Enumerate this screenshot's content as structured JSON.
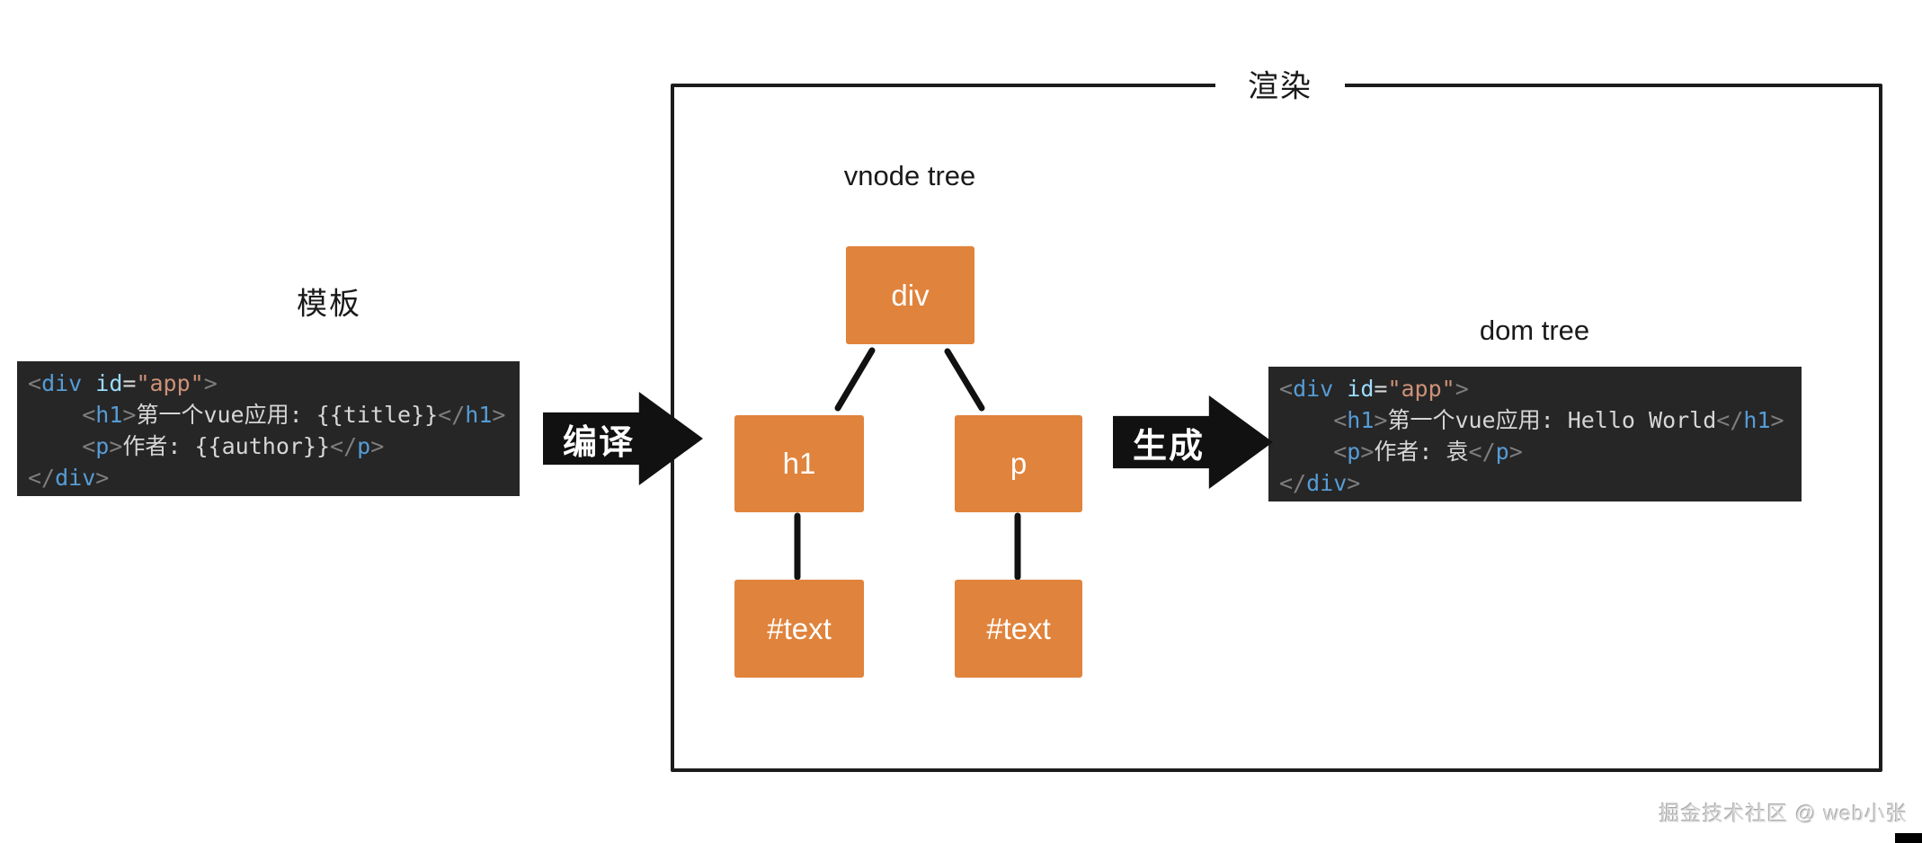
{
  "labels": {
    "template": "模板",
    "render_box": "渲染",
    "vnode_tree": "vnode tree",
    "dom_tree": "dom tree"
  },
  "arrows": {
    "compile": "编译",
    "generate": "生成"
  },
  "tree": {
    "nodes": [
      {
        "label": "div"
      },
      {
        "label": "h1"
      },
      {
        "label": "p"
      },
      {
        "label": "#text"
      },
      {
        "label": "#text"
      }
    ],
    "edges": [
      {
        "from": "div",
        "to": "h1"
      },
      {
        "from": "div",
        "to": "p"
      },
      {
        "from": "h1",
        "to": "#text"
      },
      {
        "from": "p",
        "to": "#text"
      }
    ]
  },
  "code_template": {
    "lines": [
      [
        {
          "c": "punc",
          "v": "<"
        },
        {
          "c": "tag",
          "v": "div"
        },
        {
          "c": "plain",
          "v": " "
        },
        {
          "c": "attr",
          "v": "id"
        },
        {
          "c": "plain",
          "v": "="
        },
        {
          "c": "str",
          "v": "\"app\""
        },
        {
          "c": "punc",
          "v": ">"
        }
      ],
      [
        {
          "c": "plain",
          "v": "    "
        },
        {
          "c": "punc",
          "v": "<"
        },
        {
          "c": "tag",
          "v": "h1"
        },
        {
          "c": "punc",
          "v": ">"
        },
        {
          "c": "plain",
          "v": "第一个vue应用: {{title}}"
        },
        {
          "c": "punc",
          "v": "</"
        },
        {
          "c": "tag",
          "v": "h1"
        },
        {
          "c": "punc",
          "v": ">"
        }
      ],
      [
        {
          "c": "plain",
          "v": "    "
        },
        {
          "c": "punc",
          "v": "<"
        },
        {
          "c": "tag",
          "v": "p"
        },
        {
          "c": "punc",
          "v": ">"
        },
        {
          "c": "plain",
          "v": "作者: {{author}}"
        },
        {
          "c": "punc",
          "v": "</"
        },
        {
          "c": "tag",
          "v": "p"
        },
        {
          "c": "punc",
          "v": ">"
        }
      ],
      [
        {
          "c": "punc",
          "v": "</"
        },
        {
          "c": "tag",
          "v": "div"
        },
        {
          "c": "punc",
          "v": ">"
        }
      ]
    ]
  },
  "code_dom": {
    "lines": [
      [
        {
          "c": "punc",
          "v": "<"
        },
        {
          "c": "tag",
          "v": "div"
        },
        {
          "c": "plain",
          "v": " "
        },
        {
          "c": "attr",
          "v": "id"
        },
        {
          "c": "plain",
          "v": "="
        },
        {
          "c": "str",
          "v": "\"app\""
        },
        {
          "c": "punc",
          "v": ">"
        }
      ],
      [
        {
          "c": "plain",
          "v": "    "
        },
        {
          "c": "punc",
          "v": "<"
        },
        {
          "c": "tag",
          "v": "h1"
        },
        {
          "c": "punc",
          "v": ">"
        },
        {
          "c": "plain",
          "v": "第一个vue应用: Hello World"
        },
        {
          "c": "punc",
          "v": "</"
        },
        {
          "c": "tag",
          "v": "h1"
        },
        {
          "c": "punc",
          "v": ">"
        }
      ],
      [
        {
          "c": "plain",
          "v": "    "
        },
        {
          "c": "punc",
          "v": "<"
        },
        {
          "c": "tag",
          "v": "p"
        },
        {
          "c": "punc",
          "v": ">"
        },
        {
          "c": "plain",
          "v": "作者: 袁"
        },
        {
          "c": "punc",
          "v": "</"
        },
        {
          "c": "tag",
          "v": "p"
        },
        {
          "c": "punc",
          "v": ">"
        }
      ],
      [
        {
          "c": "punc",
          "v": "</"
        },
        {
          "c": "tag",
          "v": "div"
        },
        {
          "c": "punc",
          "v": ">"
        }
      ]
    ]
  },
  "watermark": "掘金技术社区 @ web小张",
  "colors": {
    "node_orange": "#e0833c",
    "code_background": "#262626",
    "tag_blue": "#569cd6",
    "attr_blue": "#9cdcfe",
    "string_salmon": "#ce9178",
    "punctuation_gray": "#7e7e7e",
    "arrow_black": "#111111"
  }
}
